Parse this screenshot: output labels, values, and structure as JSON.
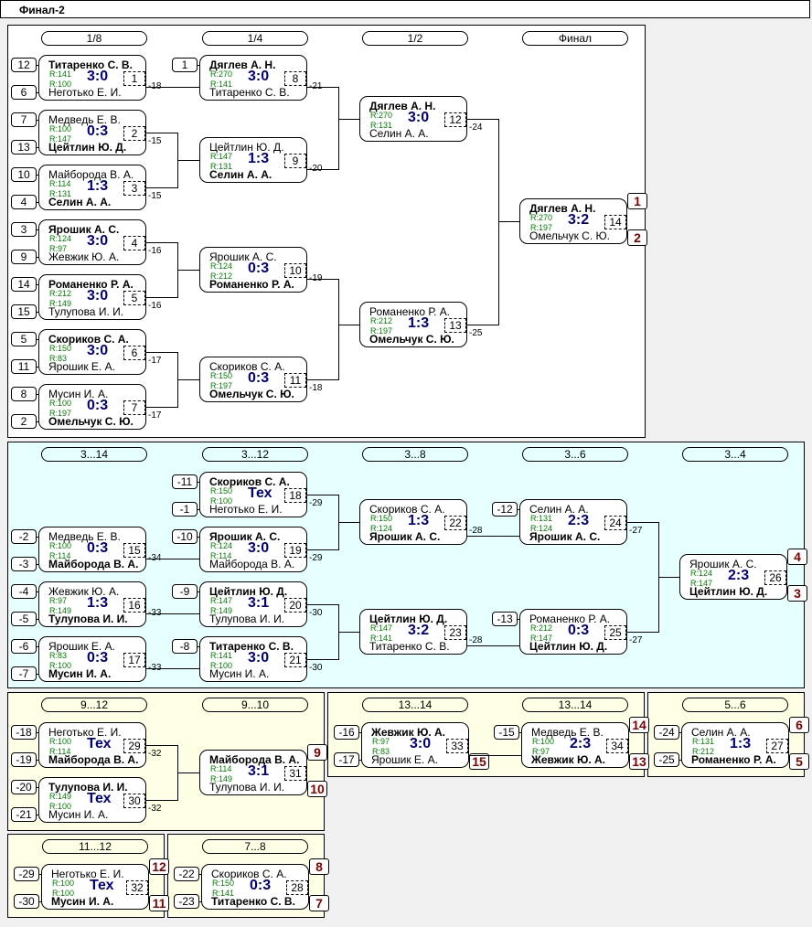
{
  "window": {
    "title": "Финал-2"
  },
  "sections": {
    "main": {
      "rounds": [
        "1/8",
        "1/4",
        "1/2",
        "Финал"
      ],
      "matches": [
        {
          "id": "1",
          "p1": "Титаренко С. В.",
          "r1": "R:141",
          "p2": "Неготько Е. И.",
          "r2": "R:100",
          "score": "3:0",
          "winner": 1,
          "seed1": "12",
          "seed2": "6",
          "loser_to": "-18"
        },
        {
          "id": "2",
          "p1": "Медведь Е. В.",
          "r1": "R:100",
          "p2": "Цейтлин Ю. Д.",
          "r2": "R:147",
          "score": "0:3",
          "winner": 2,
          "seed1": "7",
          "seed2": "13",
          "loser_to": "-15"
        },
        {
          "id": "3",
          "p1": "Майборода В. А.",
          "r1": "R:114",
          "p2": "Селин А. А.",
          "r2": "R:131",
          "score": "1:3",
          "winner": 2,
          "seed1": "10",
          "seed2": "4",
          "loser_to": "-15"
        },
        {
          "id": "4",
          "p1": "Ярошик А. С.",
          "r1": "R:124",
          "p2": "Жевжик Ю. А.",
          "r2": "R:97",
          "score": "3:0",
          "winner": 1,
          "seed1": "3",
          "seed2": "9",
          "loser_to": "-16"
        },
        {
          "id": "5",
          "p1": "Романенко Р. А.",
          "r1": "R:212",
          "p2": "Тулупова И. И.",
          "r2": "R:149",
          "score": "3:0",
          "winner": 1,
          "seed1": "14",
          "seed2": "15",
          "loser_to": "-16"
        },
        {
          "id": "6",
          "p1": "Скориков С. А.",
          "r1": "R:150",
          "p2": "Ярошик Е. А.",
          "r2": "R:83",
          "score": "3:0",
          "winner": 1,
          "seed1": "5",
          "seed2": "11",
          "loser_to": "-17"
        },
        {
          "id": "7",
          "p1": "Мусин И. А.",
          "r1": "R:100",
          "p2": "Омельчук С. Ю.",
          "r2": "R:197",
          "score": "0:3",
          "winner": 2,
          "seed1": "8",
          "seed2": "2",
          "loser_to": "-17"
        },
        {
          "id": "8",
          "p1": "Дяглев А. Н.",
          "r1": "R:270",
          "p2": "Титаренко С. В.",
          "r2": "R:141",
          "score": "3:0",
          "winner": 1,
          "seed1": "1",
          "loser_to": "-21"
        },
        {
          "id": "9",
          "p1": "Цейтлин Ю. Д.",
          "r1": "R:147",
          "p2": "Селин А. А.",
          "r2": "R:131",
          "score": "1:3",
          "winner": 2,
          "loser_to": "-20"
        },
        {
          "id": "10",
          "p1": "Ярошик А. С.",
          "r1": "R:124",
          "p2": "Романенко Р. А.",
          "r2": "R:212",
          "score": "0:3",
          "winner": 2,
          "loser_to": "-19"
        },
        {
          "id": "11",
          "p1": "Скориков С. А.",
          "r1": "R:150",
          "p2": "Омельчук С. Ю.",
          "r2": "R:197",
          "score": "0:3",
          "winner": 2,
          "loser_to": "-18"
        },
        {
          "id": "12",
          "p1": "Дяглев А. Н.",
          "r1": "R:270",
          "p2": "Селин А. А.",
          "r2": "R:131",
          "score": "3:0",
          "winner": 1,
          "loser_to": "-24"
        },
        {
          "id": "13",
          "p1": "Романенко Р. А.",
          "r1": "R:212",
          "p2": "Омельчук С. Ю.",
          "r2": "R:197",
          "score": "1:3",
          "winner": 2,
          "loser_to": "-25"
        },
        {
          "id": "14",
          "p1": "Дяглев А. Н.",
          "r1": "R:270",
          "p2": "Омельчук С. Ю.",
          "r2": "R:197",
          "score": "3:2",
          "winner": 1,
          "place1": "1",
          "place2": "2"
        }
      ]
    },
    "consolation_3_14": {
      "rounds": [
        "3...14",
        "3...12",
        "3...8",
        "3...6",
        "3...4"
      ],
      "matches": [
        {
          "id": "15",
          "p1": "Медведь Е. В.",
          "r1": "R:100",
          "p2": "Майборода В. А.",
          "r2": "R:114",
          "score": "0:3",
          "winner": 2,
          "seed1": "-2",
          "seed2": "-3",
          "loser_to": "-34"
        },
        {
          "id": "16",
          "p1": "Жевжик Ю. А.",
          "r1": "R:97",
          "p2": "Тулупова И. И.",
          "r2": "R:149",
          "score": "1:3",
          "winner": 2,
          "seed1": "-4",
          "seed2": "-5",
          "loser_to": "-33"
        },
        {
          "id": "17",
          "p1": "Ярошик Е. А.",
          "r1": "R:83",
          "p2": "Мусин И. А.",
          "r2": "R:100",
          "score": "0:3",
          "winner": 2,
          "seed1": "-6",
          "seed2": "-7",
          "loser_to": "-33"
        },
        {
          "id": "18",
          "p1": "Скориков С. А.",
          "r1": "R:150",
          "p2": "Неготько Е. И.",
          "r2": "R:100",
          "score": "Тех",
          "winner": 1,
          "seed1": "-11",
          "seed2": "-1",
          "loser_to": "-29"
        },
        {
          "id": "19",
          "p1": "Ярошик А. С.",
          "r1": "R:124",
          "p2": "Майборода В. А.",
          "r2": "R:114",
          "score": "3:0",
          "winner": 1,
          "seed1": "-10",
          "loser_to": "-29"
        },
        {
          "id": "20",
          "p1": "Цейтлин Ю. Д.",
          "r1": "R:147",
          "p2": "Тулупова И. И.",
          "r2": "R:149",
          "score": "3:1",
          "winner": 1,
          "seed1": "-9",
          "loser_to": "-30"
        },
        {
          "id": "21",
          "p1": "Титаренко С. В.",
          "r1": "R:141",
          "p2": "Мусин И. А.",
          "r2": "R:100",
          "score": "3:0",
          "winner": 1,
          "seed1": "-8",
          "loser_to": "-30"
        },
        {
          "id": "22",
          "p1": "Скориков С. А.",
          "r1": "R:150",
          "p2": "Ярошик А. С.",
          "r2": "R:124",
          "score": "1:3",
          "winner": 2,
          "loser_to": "-28"
        },
        {
          "id": "23",
          "p1": "Цейтлин Ю. Д.",
          "r1": "R:147",
          "p2": "Титаренко С. В.",
          "r2": "R:141",
          "score": "3:2",
          "winner": 1,
          "loser_to": "-28"
        },
        {
          "id": "24",
          "p1": "Селин А. А.",
          "r1": "R:131",
          "p2": "Ярошик А. С.",
          "r2": "R:124",
          "score": "2:3",
          "winner": 2,
          "seed1": "-12",
          "loser_to": "-27"
        },
        {
          "id": "25",
          "p1": "Романенко Р. А.",
          "r1": "R:212",
          "p2": "Цейтлин Ю. Д.",
          "r2": "R:147",
          "score": "0:3",
          "winner": 2,
          "seed1": "-13",
          "loser_to": "-27"
        },
        {
          "id": "26",
          "p1": "Ярошик А. С.",
          "r1": "R:124",
          "p2": "Цейтлин Ю. Д.",
          "r2": "R:147",
          "score": "2:3",
          "winner": 2,
          "place1": "4",
          "place2": "3"
        }
      ]
    },
    "places_9_12": {
      "rounds": [
        "9...12",
        "9...10"
      ],
      "matches": [
        {
          "id": "29",
          "p1": "Неготько Е. И.",
          "r1": "R:100",
          "p2": "Майборода В. А.",
          "r2": "R:114",
          "score": "Тех",
          "winner": 2,
          "seed1": "-18",
          "seed2": "-19",
          "loser_to": "-32"
        },
        {
          "id": "30",
          "p1": "Тулупова И. И.",
          "r1": "R:149",
          "p2": "Мусин И. А.",
          "r2": "R:100",
          "score": "Тех",
          "winner": 1,
          "seed1": "-20",
          "seed2": "-21",
          "loser_to": "-32"
        },
        {
          "id": "31",
          "p1": "Майборода В. А.",
          "r1": "R:114",
          "p2": "Тулупова И. И.",
          "r2": "R:149",
          "score": "3:1",
          "winner": 1,
          "place1": "9",
          "place2": "10"
        }
      ]
    },
    "places_13_14": {
      "rounds": [
        "13...14",
        "13...14"
      ],
      "matches": [
        {
          "id": "33",
          "p1": "Жевжик Ю. А.",
          "r1": "R:97",
          "p2": "Ярошик Е. А.",
          "r2": "R:83",
          "score": "3:0",
          "winner": 1,
          "seed1": "-16",
          "seed2": "-17",
          "place2": "15"
        },
        {
          "id": "34",
          "p1": "Медведь Е. В.",
          "r1": "R:100",
          "p2": "Жевжик Ю. А.",
          "r2": "R:97",
          "score": "2:3",
          "winner": 2,
          "seed1": "-15",
          "place1": "14",
          "place2": "13"
        }
      ]
    },
    "places_5_6": {
      "rounds": [
        "5...6"
      ],
      "matches": [
        {
          "id": "27",
          "p1": "Селин А. А.",
          "r1": "R:131",
          "p2": "Романенко Р. А.",
          "r2": "R:212",
          "score": "1:3",
          "winner": 2,
          "seed1": "-24",
          "seed2": "-25",
          "place1": "6",
          "place2": "5"
        }
      ]
    },
    "places_11_12": {
      "rounds": [
        "11...12"
      ],
      "matches": [
        {
          "id": "32",
          "p1": "Неготько Е. И.",
          "r1": "R:100",
          "p2": "Мусин И. А.",
          "r2": "R:100",
          "score": "Тех",
          "winner": 2,
          "seed1": "-29",
          "seed2": "-30",
          "place1": "12",
          "place2": "11"
        }
      ]
    },
    "places_7_8": {
      "rounds": [
        "7...8"
      ],
      "matches": [
        {
          "id": "28",
          "p1": "Скориков С. А.",
          "r1": "R:150",
          "p2": "Титаренко С. В.",
          "r2": "R:141",
          "score": "0:3",
          "winner": 2,
          "seed1": "-22",
          "seed2": "-23",
          "place1": "8",
          "place2": "7"
        }
      ]
    }
  },
  "colors": {
    "rating": "#008000",
    "score": "#000080",
    "place": "#800000",
    "main_bg": "#ffffff",
    "consolation_bg": "#e6ffff",
    "places_bg": "#ffffe6"
  }
}
